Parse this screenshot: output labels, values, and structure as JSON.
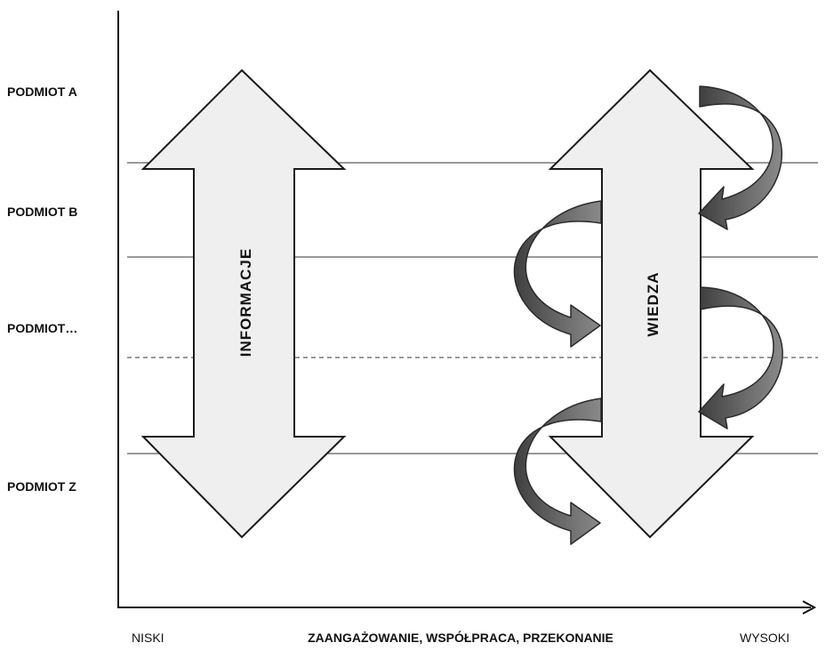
{
  "rows": [
    {
      "label": "PODMIOT A"
    },
    {
      "label": "PODMIOT B"
    },
    {
      "label": "PODMIOT…"
    },
    {
      "label": "PODMIOT Z"
    }
  ],
  "axis": {
    "label": "ZAANGAŻOWANIE, WSPÓŁPRACA, PRZEKONANIE",
    "low": "NISKI",
    "high": "WYSOKI"
  },
  "arrows": {
    "left": "INFORMACJE",
    "right": "WIEDZA"
  },
  "colors": {
    "arrow_fill": "#efefef",
    "curved_arrow": "#5c5c5c",
    "line": "#333333"
  }
}
